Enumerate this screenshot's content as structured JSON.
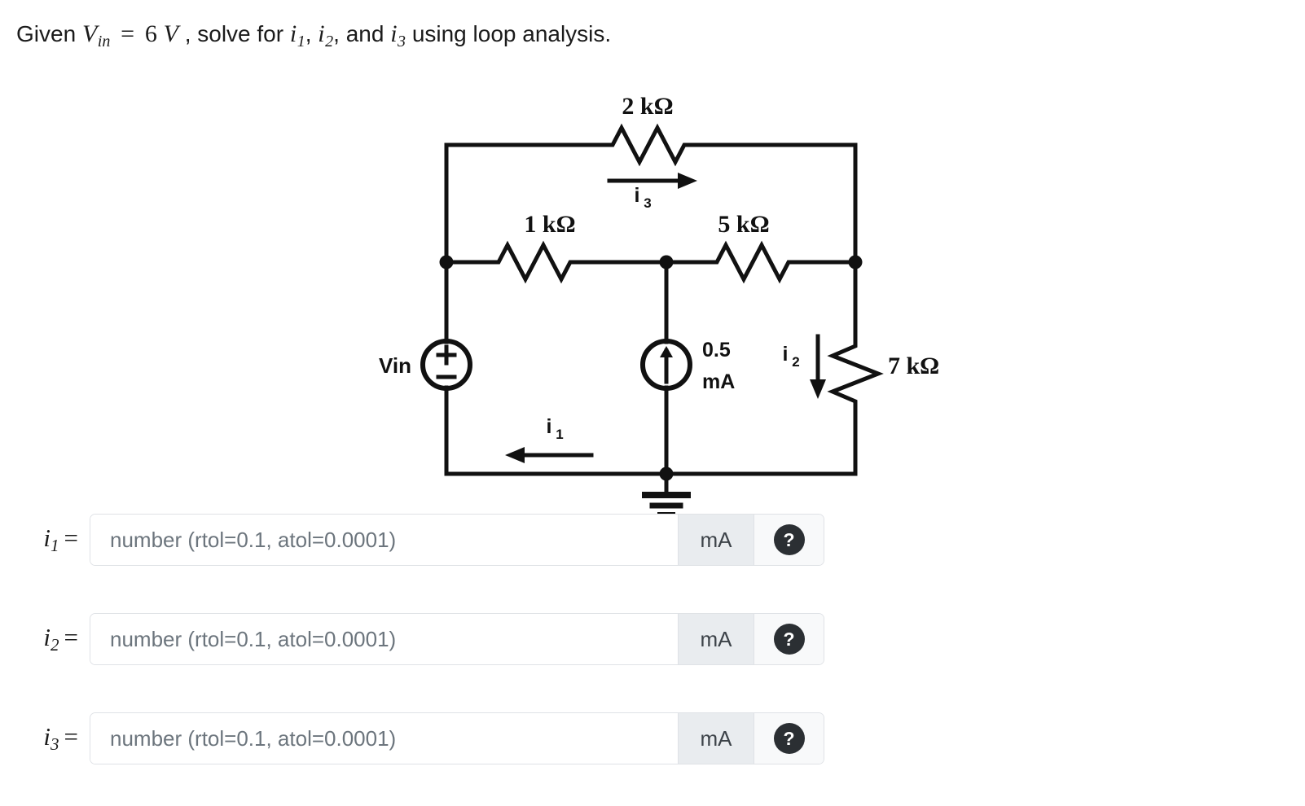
{
  "prompt": {
    "lead": "Given",
    "source_symbol": "V",
    "source_subscript": "in",
    "equals": "=",
    "source_value": "6",
    "source_unit": "V",
    "middle": ", solve for",
    "current_symbols": [
      "i",
      "i",
      "i"
    ],
    "current_subscripts": [
      "1",
      "2",
      "3"
    ],
    "conjunction": "and",
    "tail": "using loop analysis."
  },
  "circuit": {
    "title": "loop-analysis-circuit",
    "source_label": "Vin",
    "current_source_value": "0.5",
    "current_source_unit": "mA",
    "resistors": [
      {
        "name": "r-top",
        "label": "2 kΩ"
      },
      {
        "name": "r-left-middle",
        "label": "1 kΩ"
      },
      {
        "name": "r-right-middle",
        "label": "5 kΩ"
      },
      {
        "name": "r-right-vertical",
        "label": "7 kΩ"
      }
    ],
    "current_arrows": [
      {
        "name": "i3",
        "symbol": "i",
        "subscript": "3",
        "direction": "right"
      },
      {
        "name": "i1",
        "symbol": "i",
        "subscript": "1",
        "direction": "left"
      },
      {
        "name": "i2",
        "symbol": "i",
        "subscript": "2",
        "direction": "down"
      }
    ],
    "source_polarity": {
      "plus": "+",
      "minus": "−"
    },
    "ground": "ground-symbol",
    "wire_color": "#111111"
  },
  "answers": {
    "placeholder": "number (rtol=0.1, atol=0.0001)",
    "unit": "mA",
    "help_glyph": "?",
    "rows": [
      {
        "symbol": "i",
        "subscript": "1",
        "equals": "=",
        "value": ""
      },
      {
        "symbol": "i",
        "subscript": "2",
        "equals": "=",
        "value": ""
      },
      {
        "symbol": "i",
        "subscript": "3",
        "equals": "=",
        "value": ""
      }
    ]
  }
}
